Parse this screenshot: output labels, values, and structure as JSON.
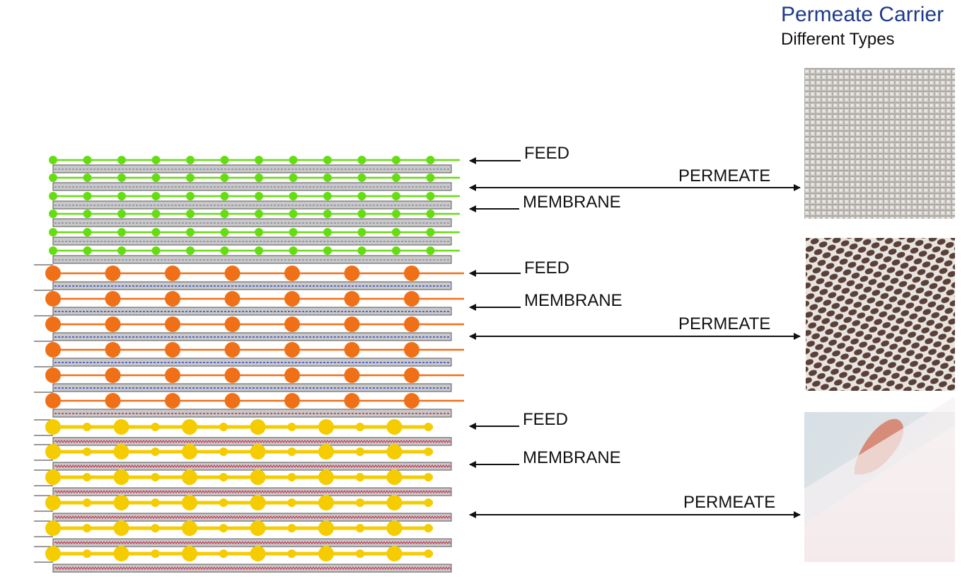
{
  "header": {
    "title": "Permeate Carrier",
    "subtitle": "Different Types"
  },
  "groups": [
    {
      "id": "type-1",
      "feed_label": "FEED",
      "membrane_label": "MEMBRANE",
      "permeate_label": "PERMEATE",
      "color": "#66dd11",
      "sample_name": "fine-woven-mesh"
    },
    {
      "id": "type-2",
      "feed_label": "FEED",
      "membrane_label": "MEMBRANE",
      "permeate_label": "PERMEATE",
      "color": "#f07018",
      "sample_name": "open-net-mesh"
    },
    {
      "id": "type-3",
      "feed_label": "FEED",
      "membrane_label": "MEMBRANE",
      "permeate_label": "PERMEATE",
      "color": "#f5cc00",
      "sample_name": "nonwoven-sheet"
    }
  ],
  "colors": {
    "membrane_fill": "#c8c8c8",
    "membrane_stroke": "#555555",
    "stripe_green": "#8888aa",
    "stripe_orange": "#3344cc",
    "stripe_yellow": "#cc2244"
  }
}
